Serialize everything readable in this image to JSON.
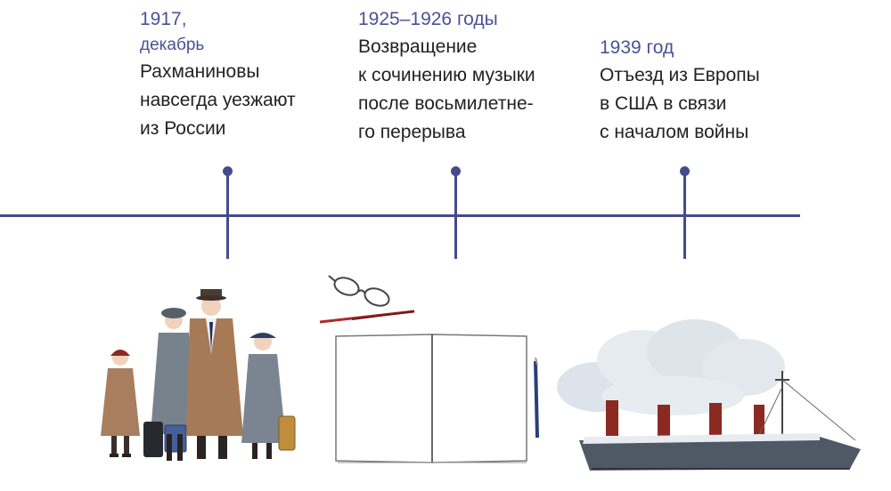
{
  "events": [
    {
      "date": "1917,",
      "date_sub": "декабрь",
      "lines": [
        "Рахманиновы",
        "навсегда уезжают",
        "из России"
      ]
    },
    {
      "date": "1925–1926 годы",
      "date_sub": "",
      "lines": [
        "Возвращение",
        "к сочинению музыки",
        "после восьмилетне-",
        "го перерыва"
      ]
    },
    {
      "date": "1939 год",
      "date_sub": "",
      "lines": [
        "Отъезд из Европы",
        "в США в связи",
        "с началом войны"
      ]
    }
  ],
  "illustrations": [
    "family-with-suitcases",
    "glasses-pen-notebook",
    "steamship-with-smoke"
  ],
  "colors": {
    "timeline": "#444b8b",
    "date_text": "#4a5296",
    "body_text": "#222222"
  }
}
